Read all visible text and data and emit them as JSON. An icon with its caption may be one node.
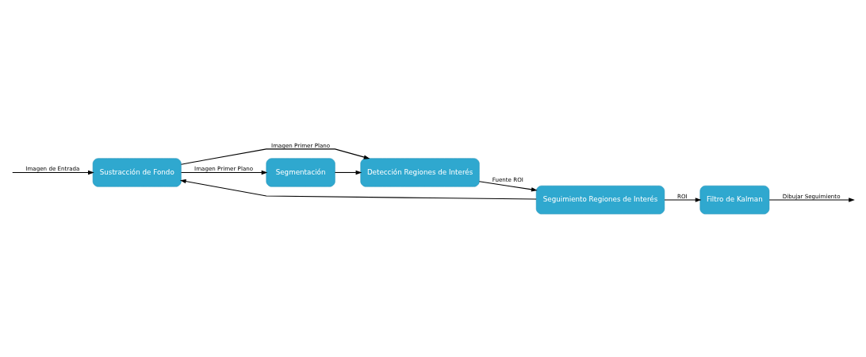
{
  "diagram": {
    "nodes": [
      {
        "text": [
          "Sustracción de Fondo"
        ]
      },
      {
        "text": [
          "Detección Regiones de Interés"
        ]
      },
      {
        "text": [
          "Seguimiento Regiones de Interés"
        ]
      },
      {
        "text": [
          "Segmentación"
        ]
      },
      {
        "text": [
          "Filtro de Kalman"
        ]
      }
    ],
    "edges": [
      {
        "from": null,
        "to": 0,
        "arrow": "to",
        "label": "Imagen de Entrada"
      },
      {
        "from": 0,
        "to": 1,
        "arrow": "to",
        "label": "Imagen Primer Plano"
      },
      {
        "from": 1,
        "to": 2,
        "arrow": "to",
        "label": "Fuente ROI"
      },
      {
        "from": 2,
        "to": 0,
        "arrow": "to"
      },
      {
        "from": 0,
        "to": 3,
        "arrow": "to",
        "label": "Imagen Primer Plano"
      },
      {
        "from": 3,
        "to": 1,
        "arrow": "to"
      },
      {
        "from": 2,
        "to": 4,
        "arrow": "to",
        "label": "ROI"
      },
      {
        "from": 4,
        "to": null,
        "arrow": "to",
        "label": "Dibujar Seguimiento"
      }
    ]
  }
}
